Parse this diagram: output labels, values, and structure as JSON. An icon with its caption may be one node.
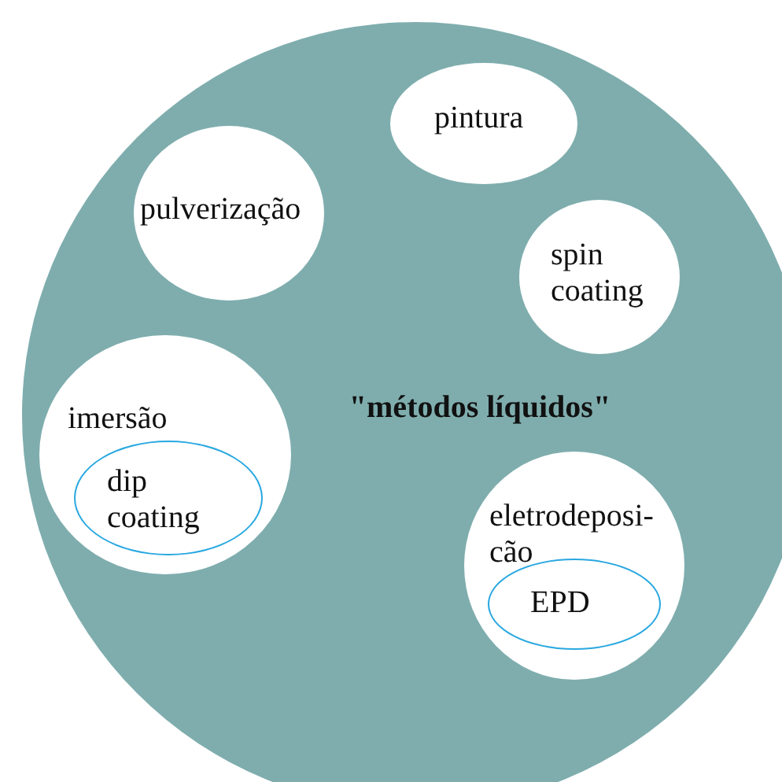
{
  "diagram": {
    "nodes": [
      {
        "text": [
          "\"métodos líquidos\""
        ]
      },
      {
        "text": [
          "pintura"
        ],
        "in": 0
      },
      {
        "text": [
          "pulverização"
        ],
        "in": 0
      },
      {
        "text": [
          "spin coating"
        ],
        "in": 0
      },
      {
        "text": [
          "imersão"
        ],
        "in": 0
      },
      {
        "text": [
          "dip coating"
        ],
        "in": 4
      },
      {
        "text": [
          "eletrodeposi-cão"
        ],
        "in": 0
      },
      {
        "text": [
          "EPD"
        ],
        "in": 6
      }
    ]
  }
}
